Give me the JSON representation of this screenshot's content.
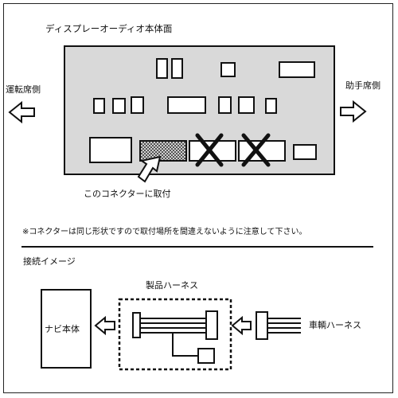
{
  "head_unit": {
    "title": "ディスプレーオーディオ本体面",
    "driver_side": "運転席側",
    "passenger_side": "助手席側",
    "connect_here": "このコネクターに取付"
  },
  "note": "※コネクターは同じ形状ですので取付場所を間違えないように注意して下さい。",
  "connection": {
    "title": "接続イメージ",
    "navi_unit": "ナビ本体",
    "product_harness": "製品ハーネス",
    "vehicle_harness": "車輌ハーネス"
  }
}
